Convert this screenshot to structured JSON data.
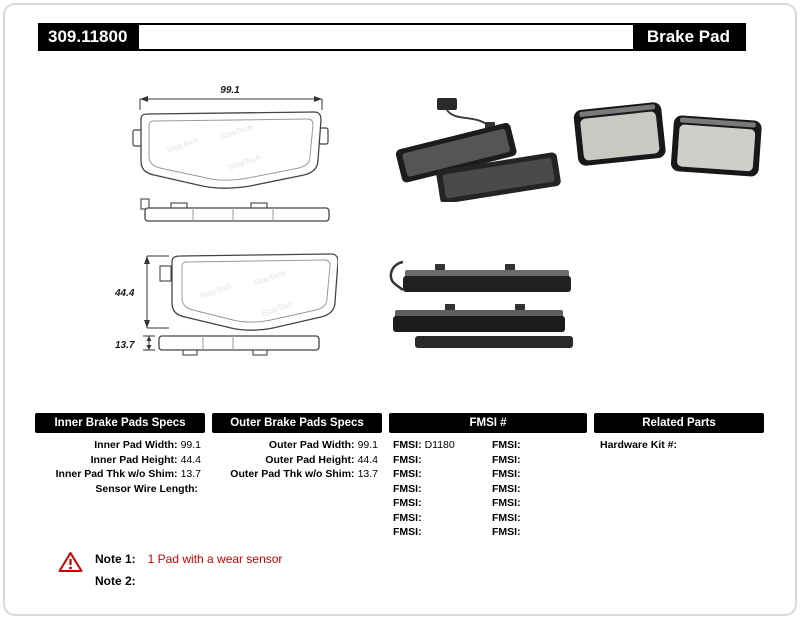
{
  "header": {
    "part_number": "309.11800",
    "product_title": "Brake Pad"
  },
  "drawings": {
    "watermark": "StopTech",
    "dims": {
      "width": "99.1",
      "height": "44.4",
      "thickness": "13.7"
    }
  },
  "specs_table": {
    "inner": {
      "header": "Inner Brake Pads Specs",
      "rows": [
        {
          "label": "Inner Pad Width:",
          "value": "99.1"
        },
        {
          "label": "Inner Pad Height:",
          "value": "44.4"
        },
        {
          "label": "Inner Pad Thk w/o Shim:",
          "value": "13.7"
        },
        {
          "label": "Sensor Wire Length:",
          "value": ""
        }
      ]
    },
    "outer": {
      "header": "Outer Brake Pads Specs",
      "rows": [
        {
          "label": "Outer Pad Width:",
          "value": "99.1"
        },
        {
          "label": "Outer Pad Height:",
          "value": "44.4"
        },
        {
          "label": "Outer Pad Thk w/o Shim:",
          "value": "13.7"
        }
      ]
    },
    "fmsi": {
      "header": "FMSI #",
      "left_rows": [
        {
          "label": "FMSI:",
          "value": "D1180"
        },
        {
          "label": "FMSI:",
          "value": ""
        },
        {
          "label": "FMSI:",
          "value": ""
        },
        {
          "label": "FMSI:",
          "value": ""
        },
        {
          "label": "FMSI:",
          "value": ""
        },
        {
          "label": "FMSI:",
          "value": ""
        },
        {
          "label": "FMSI:",
          "value": ""
        }
      ],
      "right_rows": [
        {
          "label": "FMSI:",
          "value": ""
        },
        {
          "label": "FMSI:",
          "value": ""
        },
        {
          "label": "FMSI:",
          "value": ""
        },
        {
          "label": "FMSI:",
          "value": ""
        },
        {
          "label": "FMSI:",
          "value": ""
        },
        {
          "label": "FMSI:",
          "value": ""
        },
        {
          "label": "FMSI:",
          "value": ""
        }
      ]
    },
    "related": {
      "header": "Related Parts",
      "rows": [
        {
          "label": "Hardware Kit #:",
          "value": ""
        }
      ]
    }
  },
  "notes": {
    "warning_icon": "warning-triangle",
    "note1_label": "Note 1:",
    "note1_text": "1 Pad with a wear sensor",
    "note2_label": "Note 2:",
    "note2_text": ""
  },
  "colors": {
    "bar_black": "#000000",
    "note_red": "#cc0000",
    "line_art": "#444444"
  }
}
